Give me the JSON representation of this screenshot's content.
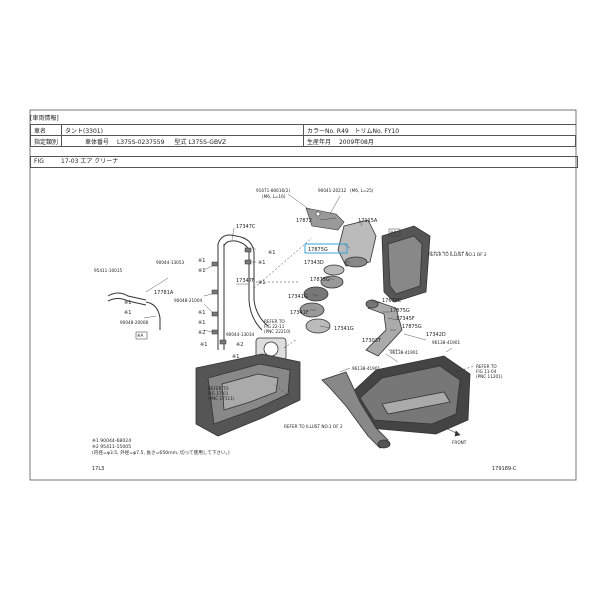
{
  "header": {
    "section": "[車両情報]"
  },
  "info": {
    "r1": {
      "k1": "車名",
      "v1": "タント(3301)",
      "k2": "カラーNo.",
      "v2": "R49",
      "k3": "トリムNo.",
      "v3": "FY10"
    },
    "r2": {
      "k1": "指定類別",
      "k2": "車体番号",
      "v2": "L375S-0237559",
      "k3": "型式",
      "v3": "L375S-GBVZ",
      "k4": "生産年月",
      "v4": "2009年08月"
    }
  },
  "fig": {
    "label": "FIG",
    "value": "17-03 エア クリーナ"
  },
  "parts": {
    "p91671": "91671-80616(2)",
    "p91671s": "(M6, L=16)",
    "p90041": "90041-20212",
    "p90041s": "(M6, L=25)",
    "p17347c": "17347C",
    "p17872": "17872",
    "p17115a": "17115A",
    "p17875g_a": "17875G",
    "p17343d": "17343D",
    "p17875g_b": "17875G",
    "p90044_13053": "90044-13053",
    "p95411": "95411-10015",
    "p17781a": "17781A",
    "p90048_21004": "90048-21004",
    "p17347f": "17347F",
    "p90048_20008": "90048-20008",
    "p17341g_a": "17341G",
    "p17341f": "17341F",
    "p17341g_b": "17341G",
    "p17670c": "17670C",
    "p17875g_c": "17875G",
    "p17345f": "17345F",
    "p17875g_d": "17875G",
    "p17342d": "17342D",
    "p17303t": "17303T",
    "p96138_41901": "96138-41901",
    "p96138_41901b": "96138-41901",
    "p90044_13034": "90044-13034",
    "tagA": "※A",
    "k1": "※1",
    "k2": "※2"
  },
  "refs": {
    "r1": "REFER TO ILLUST NO.1 OF 2",
    "r2a": "REFER TO",
    "r2b": "FIG 22-11",
    "r2c": "(PNC 22210)",
    "r3a": "REFER TO",
    "r3b": "FIG 17-01",
    "r3c": "(PNC 17111)",
    "r4a": "REFER TO",
    "r4b": "FIG 11-04",
    "r4c": "(PNC 11201)",
    "r5": "REFER TO ILLUST NO.1 OF 2",
    "front": "FRONT"
  },
  "notes": {
    "n1": "※1 90044-68024",
    "n2": "※2 95411-15005",
    "n3": "(内径=φ3.5, 外径=φ7.5, 長さ=650mm, 切って使用して下さい。)"
  },
  "footer": {
    "left": "17L3",
    "right": "179189-C"
  }
}
